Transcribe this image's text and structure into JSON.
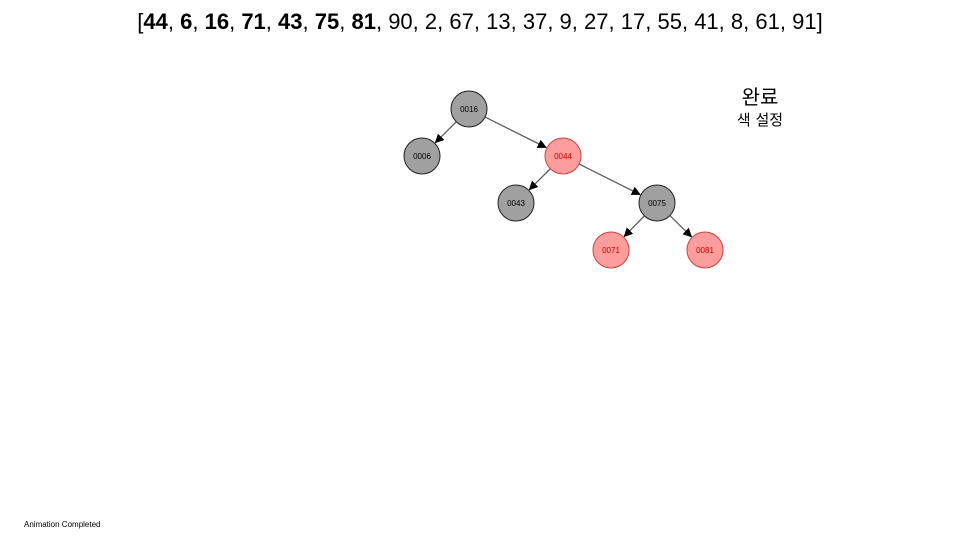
{
  "sequence": {
    "values": [
      "44",
      "6",
      "16",
      "71",
      "43",
      "75",
      "81",
      "90",
      "2",
      "67",
      "13",
      "37",
      "9",
      "27",
      "17",
      "55",
      "41",
      "8",
      "61",
      "91"
    ],
    "inserted_count": 7
  },
  "status": {
    "title": "완료",
    "subtitle": "색 설정"
  },
  "tree": {
    "nodes": [
      {
        "id": "n16",
        "label": "0016",
        "color": "black"
      },
      {
        "id": "n06",
        "label": "0006",
        "color": "black"
      },
      {
        "id": "n44",
        "label": "0044",
        "color": "red"
      },
      {
        "id": "n43",
        "label": "0043",
        "color": "black"
      },
      {
        "id": "n75",
        "label": "0075",
        "color": "black"
      },
      {
        "id": "n71",
        "label": "0071",
        "color": "red"
      },
      {
        "id": "n81",
        "label": "0081",
        "color": "red"
      }
    ],
    "edges": [
      {
        "from": "n16",
        "to": "n06"
      },
      {
        "from": "n16",
        "to": "n44"
      },
      {
        "from": "n44",
        "to": "n43"
      },
      {
        "from": "n44",
        "to": "n75"
      },
      {
        "from": "n75",
        "to": "n71"
      },
      {
        "from": "n75",
        "to": "n81"
      }
    ]
  },
  "colors": {
    "black_node_fill": "#a0a0a0",
    "red_node_fill": "#ff9c9c",
    "black_node_text": "#000000",
    "red_node_text": "#cc0000",
    "edge": "#606060"
  },
  "footer": {
    "status_text": "Animation Completed"
  }
}
